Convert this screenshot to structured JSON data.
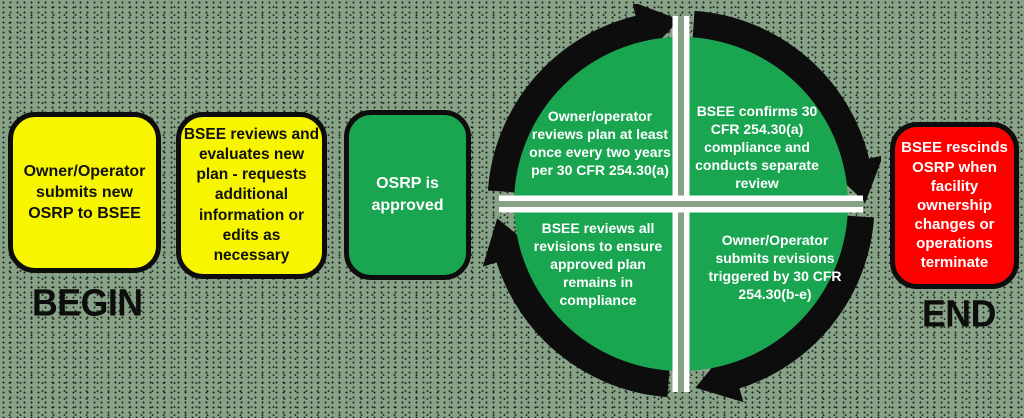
{
  "colors": {
    "yellow": "#f8f500",
    "green": "#1aa551",
    "red": "#fb0200",
    "black": "#0d0d0d",
    "white": "#ffffff",
    "background": "#87a287"
  },
  "flow": {
    "begin_label": "BEGIN",
    "end_label": "END",
    "boxes": [
      {
        "id": "submit",
        "color": "yellow",
        "text": "Owner/Operator submits new OSRP to BSEE"
      },
      {
        "id": "review",
        "color": "yellow",
        "text": "BSEE reviews and evaluates new plan - requests additional information or edits as necessary"
      },
      {
        "id": "approved",
        "color": "green",
        "text": "OSRP is approved"
      },
      {
        "id": "rescind",
        "color": "red",
        "text": "BSEE rescinds OSRP when facility ownership changes or operations terminate"
      }
    ],
    "cycle": {
      "direction": "clockwise",
      "quadrants": [
        {
          "position": "top-left",
          "text": "Owner/operator reviews plan at least once every two years per 30 CFR 254.30(a)"
        },
        {
          "position": "top-right",
          "text": "BSEE confirms 30 CFR 254.30(a) compliance and conducts separate review"
        },
        {
          "position": "bottom-left",
          "text": "BSEE reviews all revisions to ensure approved plan remains in compliance"
        },
        {
          "position": "bottom-right",
          "text": "Owner/Operator submits revisions triggered by 30 CFR 254.30(b-e)"
        }
      ]
    }
  }
}
